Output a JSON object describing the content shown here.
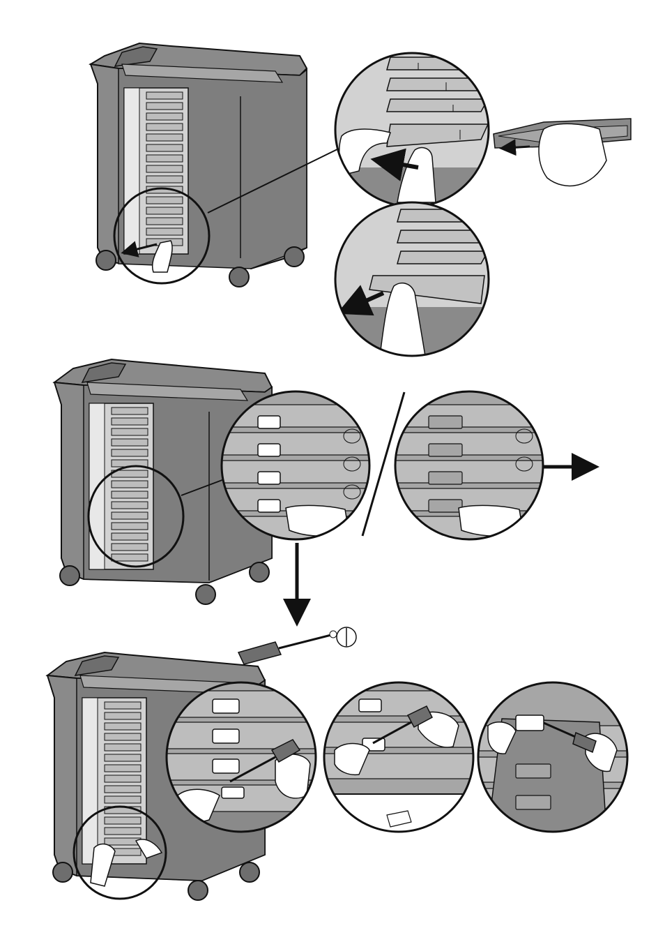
{
  "colors": {
    "cabinet": "#8a8a8a",
    "cabinet_dark": "#6e6e6e",
    "cabinet_light": "#a6a6a6",
    "panel": "#d2d2d2",
    "tray": "#bdbdbd",
    "hand": "#ffffff",
    "stroke": "#111111",
    "arrow": "#111111"
  },
  "panels": [
    {
      "id": "step-1",
      "icons": [
        "cabinet",
        "zoom-circle",
        "hand",
        "pull-arrow"
      ]
    },
    {
      "id": "step-2",
      "icons": [
        "cabinet",
        "zoom-circle",
        "hand",
        "divider-slash",
        "right-arrow"
      ]
    },
    {
      "id": "step-3",
      "icons": [
        "screwdriver",
        "cabinet",
        "zoom-circle",
        "hand"
      ]
    }
  ]
}
